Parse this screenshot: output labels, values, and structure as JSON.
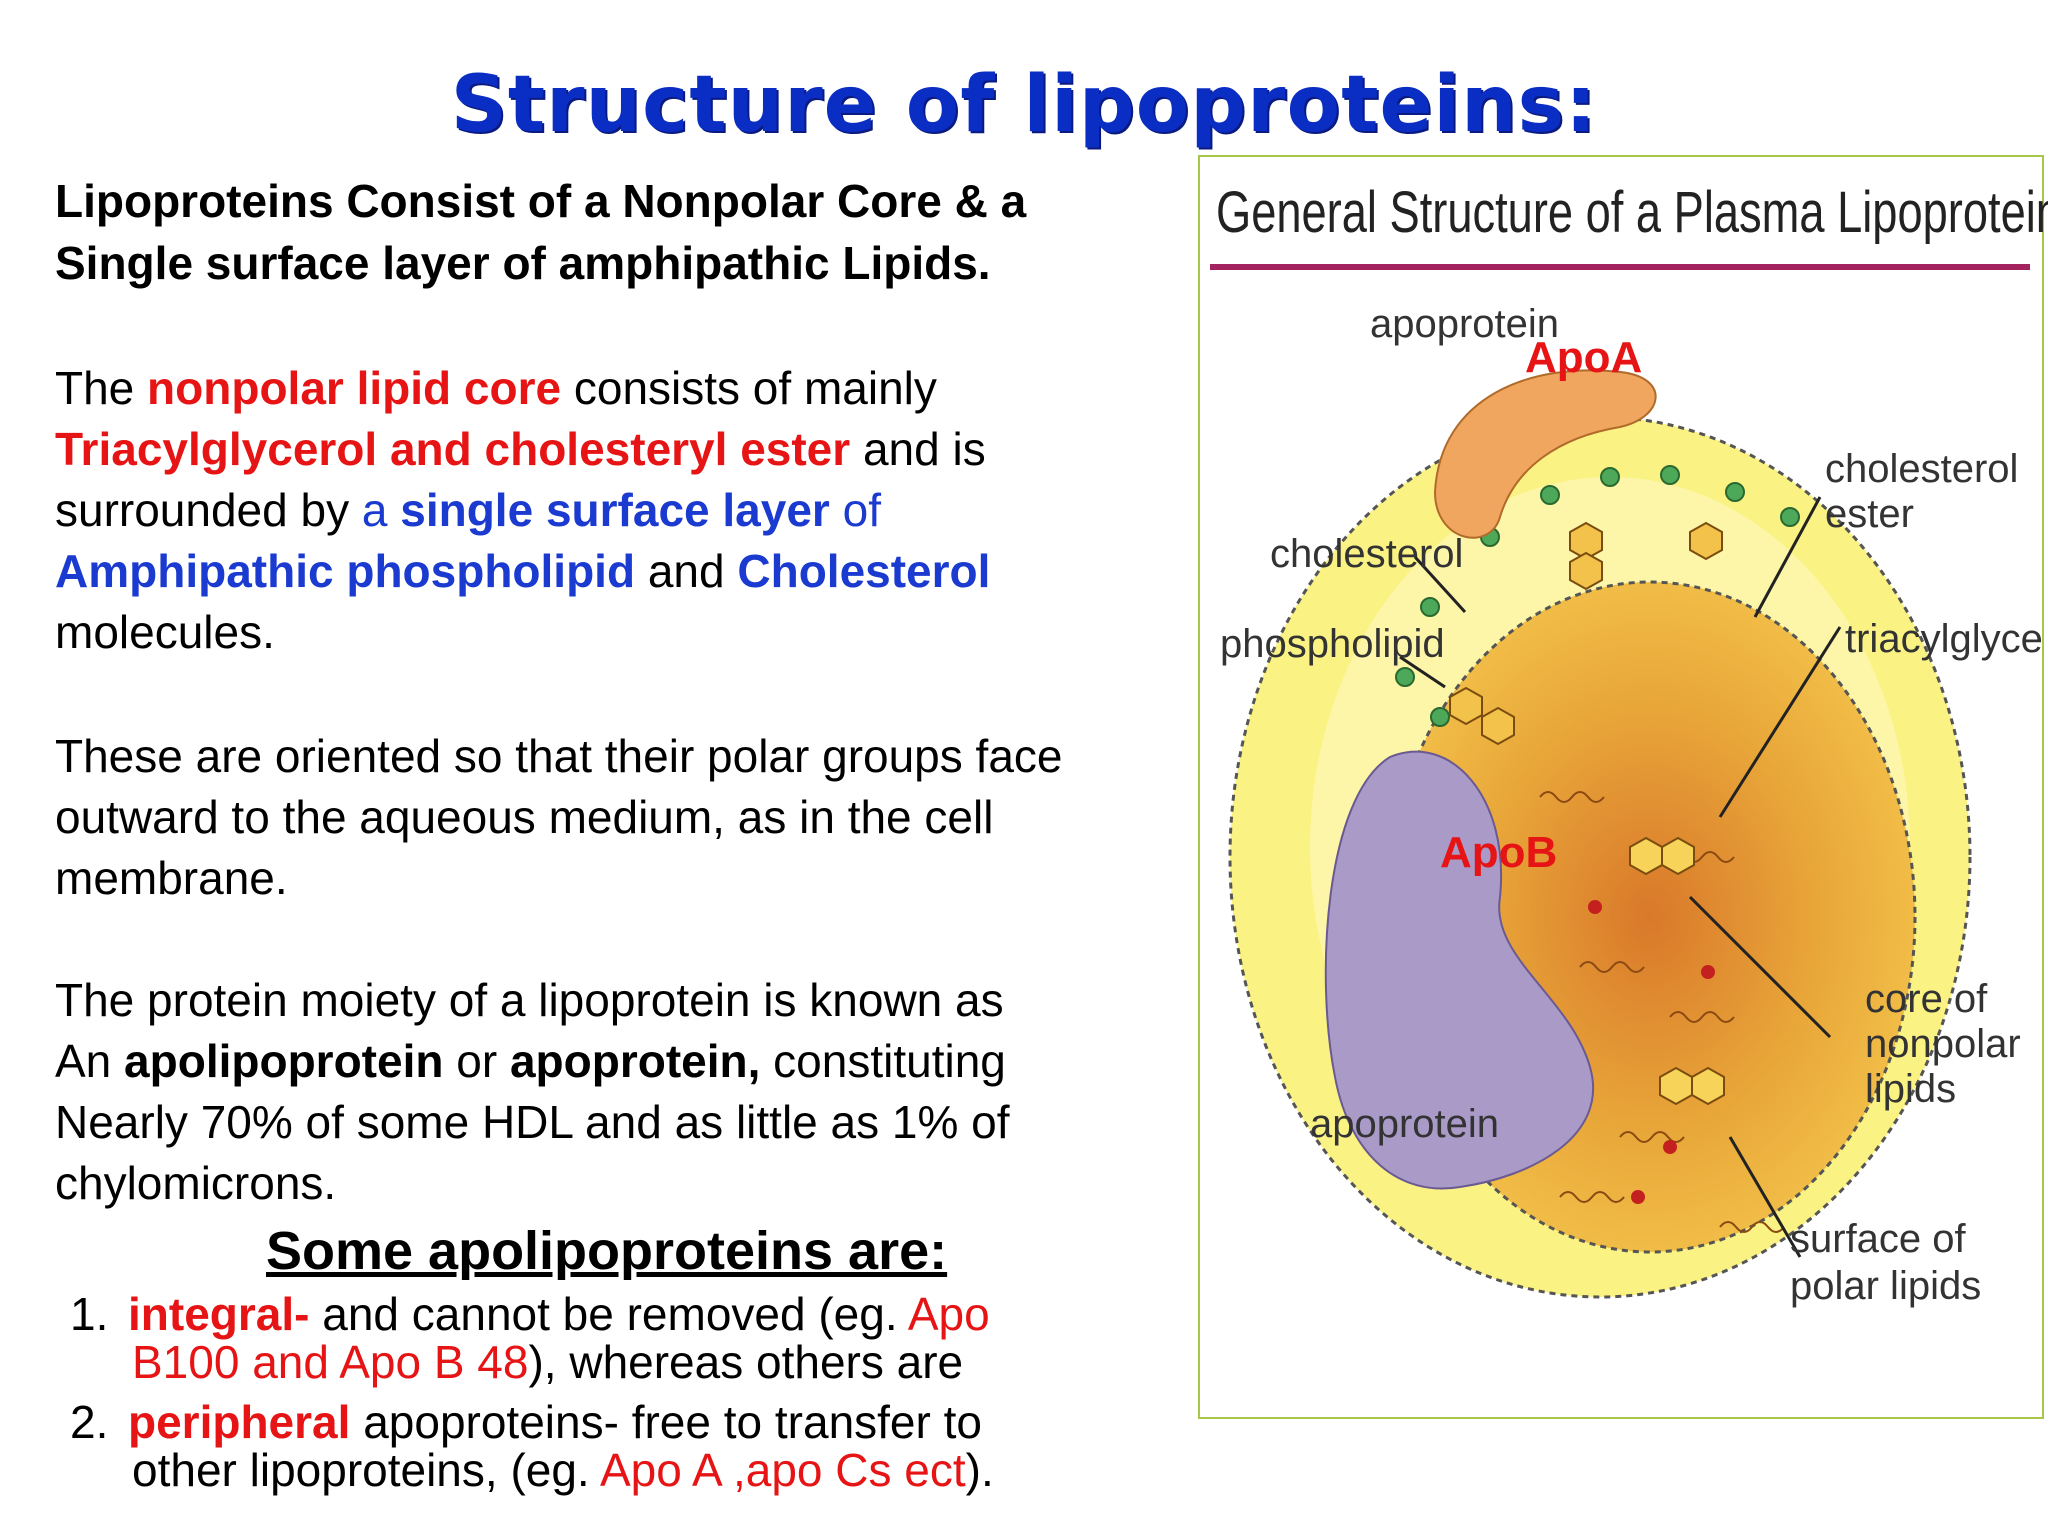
{
  "title": "Structure of lipoproteins:",
  "lead": {
    "line1": "Lipoproteins Consist of a Nonpolar Core & a",
    "line2": "Single surface layer of amphipathic Lipids."
  },
  "para1": {
    "t1": "The ",
    "t2": "nonpolar lipid core",
    "t3": " consists of mainly",
    "t4": "Triacylglycerol and cholesteryl ester",
    "t5": " and is",
    "t6": "surrounded by ",
    "t7": "a ",
    "t8": "single surface layer",
    "t9": " of",
    "t10": "Amphipathic phospholipid",
    "t11": " and ",
    "t12": "Cholesterol",
    "t13": "molecules."
  },
  "para2": {
    "line1": "These are oriented so that their polar groups face",
    "line2": "outward to the aqueous medium, as in the cell",
    "line3": "membrane."
  },
  "para3": {
    "t1": "The protein moiety of a lipoprotein is known as",
    "t2": "An ",
    "t3": "apolipoprotein",
    "t4": " or ",
    "t5": "apoprotein,",
    "t6": " constituting",
    "t7": "Nearly 70% of some HDL and as little as 1% of",
    "t8": "chylomicrons."
  },
  "subheading": "Some apolipoproteins are:",
  "list": [
    {
      "num": "1.",
      "t1": "integral-",
      "t2": " and cannot be removed (eg. ",
      "t3": "Apo",
      "t4": "B100 and Apo B 48",
      "t5": "), whereas others are"
    },
    {
      "num": "2.",
      "t1": "peripheral",
      "t2": " apoproteins- free to transfer to",
      "t3": "other lipoproteins, (eg. ",
      "t4": "Apo A ,apo Cs ect",
      "t5": ")."
    }
  ],
  "figure": {
    "title": "General Structure of a Plasma Lipoprotein",
    "labels": {
      "apoprotein_top": "apoprotein",
      "apoA": "ApoA",
      "cholesterol_ester_1": "cholesterol",
      "cholesterol_ester_2": "ester",
      "cholesterol": "cholesterol",
      "phospholipid": "phospholipid",
      "triacylglycerol": "triacylglycerol",
      "apoB": "ApoB",
      "core_1": "core of",
      "core_2": "nonpolar",
      "core_3": "lipids",
      "apoprotein_bottom": "apoprotein",
      "surface_1": "surface of",
      "surface_2": "polar lipids"
    }
  },
  "colors": {
    "title_blue": "#0a2dc4",
    "emphasis_red": "#e61414",
    "emphasis_blue": "#1a3ad0",
    "figure_border": "#a6c74a",
    "rule": "#a3235f"
  }
}
